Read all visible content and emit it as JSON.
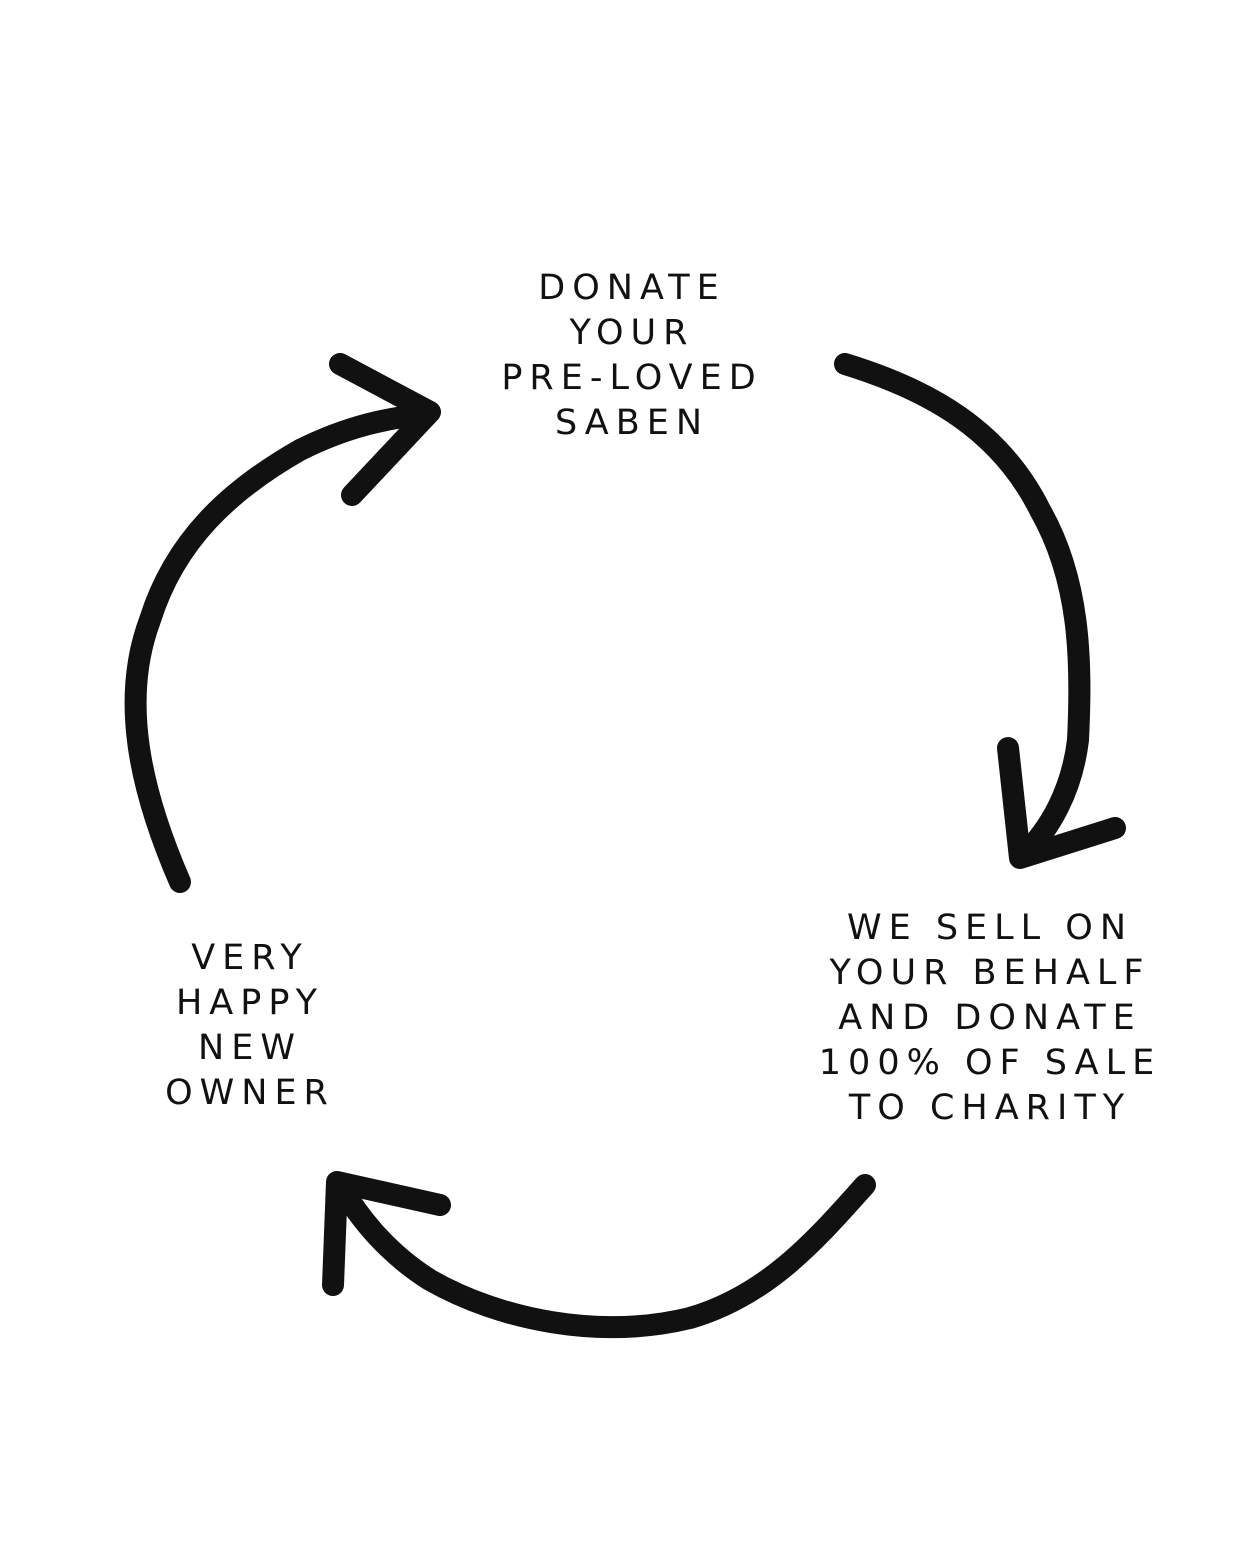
{
  "steps": [
    {
      "lines": [
        "DONATE",
        "YOUR",
        "PRE-LOVED",
        "SABEN"
      ]
    },
    {
      "lines": [
        "WE SELL ON",
        "YOUR BEHALF",
        "AND DONATE",
        "100% OF SALE",
        "TO CHARITY"
      ]
    },
    {
      "lines": [
        "VERY",
        "HAPPY",
        "NEW",
        "OWNER"
      ]
    }
  ],
  "colors": {
    "stroke": "#111111",
    "background": "#ffffff"
  }
}
